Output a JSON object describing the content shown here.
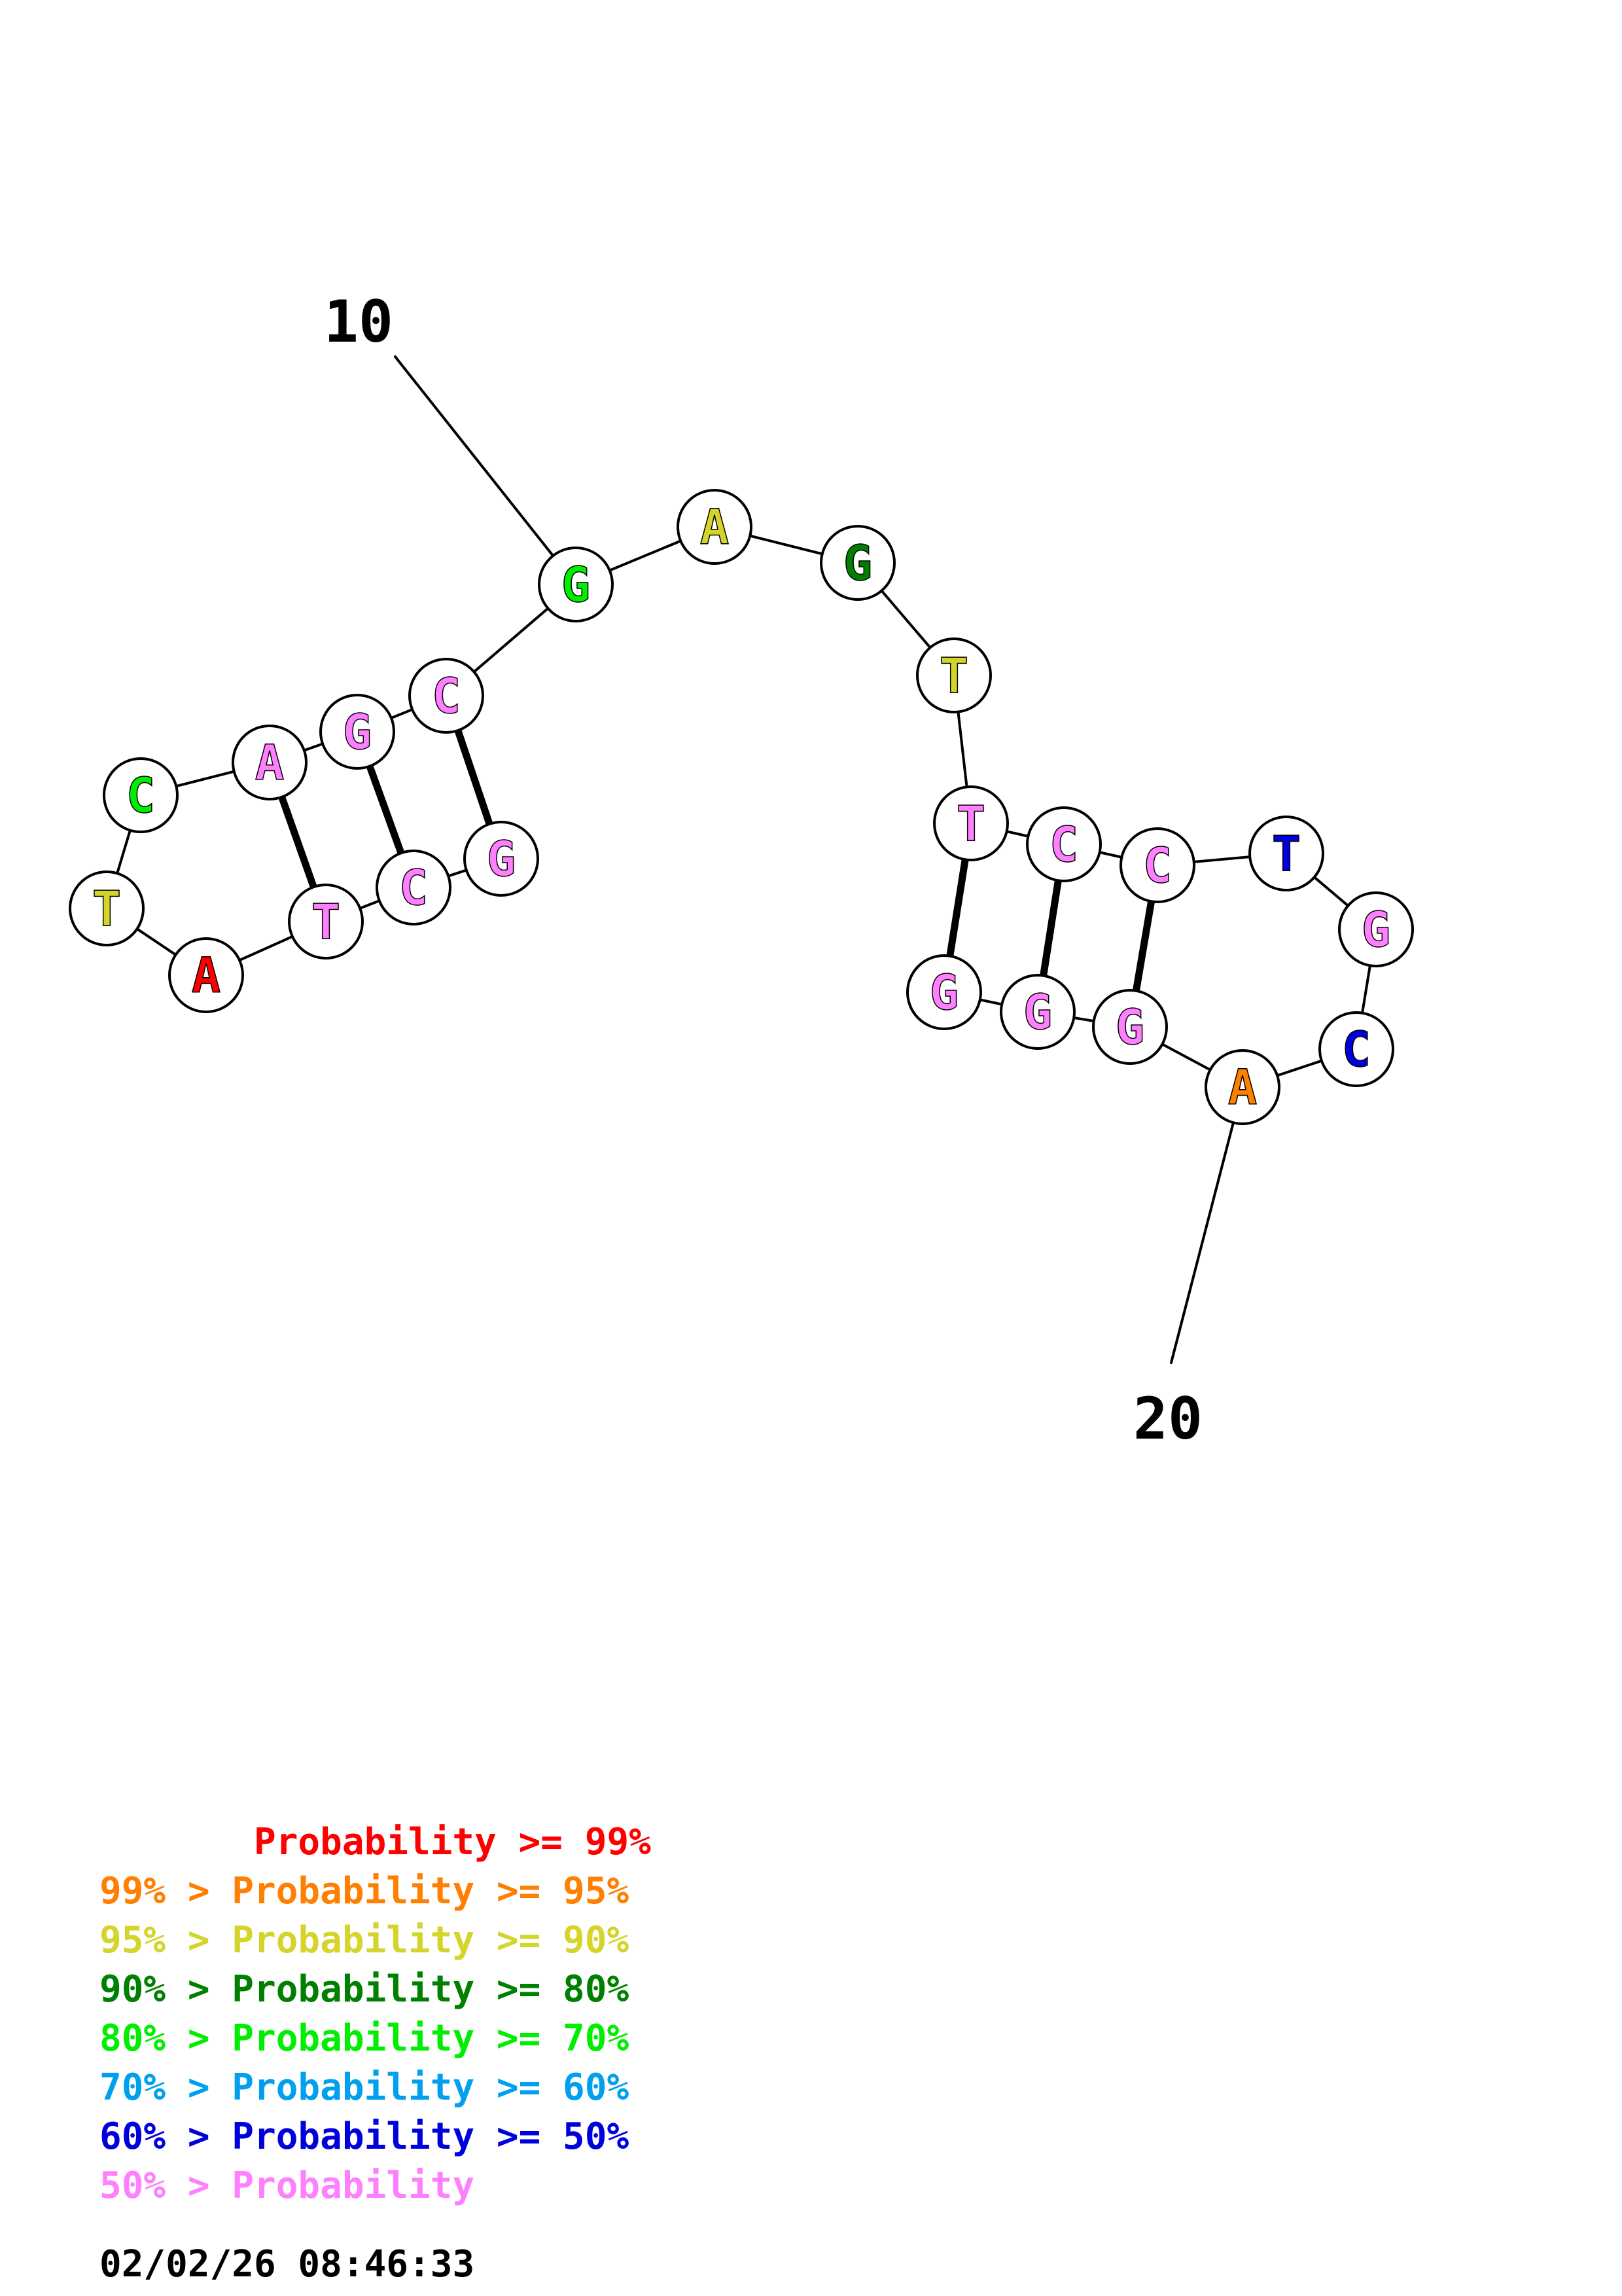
{
  "colors": {
    "p99": "#ff0000",
    "p95": "#ff7f00",
    "p90": "#d4d42a",
    "p80": "#008000",
    "p70": "#00ee00",
    "p60": "#00a0ee",
    "p50": "#0000dd",
    "plow": "#ff80ff"
  },
  "nucleotides": [
    {
      "base": "G",
      "color": "p70"
    },
    {
      "base": "A",
      "color": "p90"
    },
    {
      "base": "G",
      "color": "p80"
    },
    {
      "base": "T",
      "color": "p90"
    },
    {
      "base": "T",
      "color": "plow"
    },
    {
      "base": "C",
      "color": "plow"
    },
    {
      "base": "C",
      "color": "plow"
    },
    {
      "base": "T",
      "color": "p50"
    },
    {
      "base": "G",
      "color": "plow"
    },
    {
      "base": "C",
      "color": "p50"
    },
    {
      "base": "A",
      "color": "p95"
    },
    {
      "base": "G",
      "color": "plow"
    },
    {
      "base": "G",
      "color": "plow"
    },
    {
      "base": "G",
      "color": "plow"
    },
    {
      "base": "C",
      "color": "plow"
    },
    {
      "base": "G",
      "color": "plow"
    },
    {
      "base": "A",
      "color": "plow"
    },
    {
      "base": "C",
      "color": "p70"
    },
    {
      "base": "T",
      "color": "p90"
    },
    {
      "base": "A",
      "color": "p99"
    },
    {
      "base": "T",
      "color": "plow"
    },
    {
      "base": "C",
      "color": "plow"
    },
    {
      "base": "G",
      "color": "plow"
    }
  ],
  "base_pairs": [
    [
      4,
      13
    ],
    [
      5,
      12
    ],
    [
      6,
      11
    ],
    [
      14,
      22
    ],
    [
      15,
      21
    ],
    [
      16,
      20
    ]
  ],
  "position_labels": {
    "label_10": "10",
    "label_20": "20"
  },
  "legend": [
    {
      "prefix": "    ",
      "text": "Probability >= 99%",
      "color": "p99"
    },
    {
      "prefix": "",
      "text": "99% > Probability >= 95%",
      "color": "p95"
    },
    {
      "prefix": "",
      "text": "95% > Probability >= 90%",
      "color": "p90"
    },
    {
      "prefix": "",
      "text": "90% > Probability >= 80%",
      "color": "p80"
    },
    {
      "prefix": "",
      "text": "80% > Probability >= 70%",
      "color": "p70"
    },
    {
      "prefix": "",
      "text": "70% > Probability >= 60%",
      "color": "p60"
    },
    {
      "prefix": "",
      "text": "60% > Probability >= 50%",
      "color": "p50"
    },
    {
      "prefix": "",
      "text": "50% > Probability",
      "color": "plow"
    }
  ],
  "timestamp": "02/02/26 08:46:33"
}
